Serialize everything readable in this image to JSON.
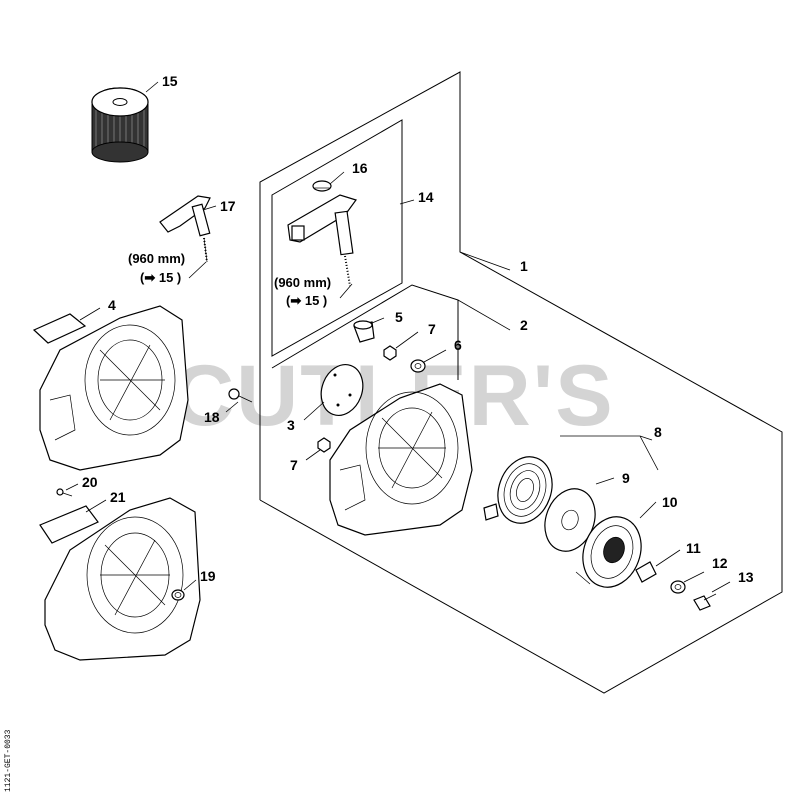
{
  "watermark": "CUTLER'S",
  "document_code": "1121-GET-0033",
  "callouts": {
    "c1": "1",
    "c2": "2",
    "c3": "3",
    "c4": "4",
    "c5": "5",
    "c6": "6",
    "c7a": "7",
    "c7b": "7",
    "c8": "8",
    "c9": "9",
    "c10": "10",
    "c11": "11",
    "c12": "12",
    "c13": "13",
    "c14": "14",
    "c15": "15",
    "c16": "16",
    "c17": "17",
    "c18": "18",
    "c19": "19",
    "c20": "20",
    "c21": "21"
  },
  "rope_notes": {
    "left": {
      "length": "(960 mm)",
      "ref": "(➡ 15 )"
    },
    "inner": {
      "length": "(960 mm)",
      "ref": "(➡ 15 )"
    }
  }
}
